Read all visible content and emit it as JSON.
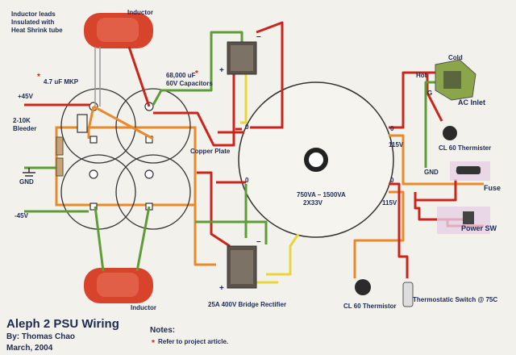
{
  "labels": {
    "inductor_top": "Inductor",
    "inductor_leads": "Inductor leads",
    "insulated_with": "Insulated with",
    "heat_shrink": "Heat Shrink tube",
    "mkp": "4.7 uF MKP",
    "capacitors_1": "68,000 uF",
    "capacitors_2": "60V Capacitors",
    "plus45": "+45V",
    "bleeder_1": "2-10K",
    "bleeder_2": "Bleeder",
    "gnd_left": "GND",
    "minus45": "-45V",
    "copper_plate": "Copper Plate",
    "inductor_bottom": "Inductor",
    "rectifier": "25A 400V Bridge Rectifier",
    "transformer_1": "750VA – 1500VA",
    "transformer_2": "2X33V",
    "zero_top": "0",
    "zero_bottom": "0",
    "v115_top": "115V",
    "v115_bottom": "115V",
    "zero_r1": "0",
    "zero_r2": "0",
    "cold": "Cold",
    "hot": "Hot",
    "g": "G",
    "ac_inlet": "AC Inlet",
    "cl60_right": "CL 60 Thermister",
    "gnd_right": "GND",
    "fuse": "Fuse",
    "power_sw": "Power SW",
    "cl60_bottom": "CL 60 Thermistor",
    "thermostatic": "Thermostatic Switch @ 75C",
    "notes_title": "Notes:",
    "notes_item": "Refer to project article.",
    "note_bullet": "*",
    "plus": "+",
    "minus": "–"
  },
  "title": {
    "main": "Aleph 2 PSU Wiring",
    "by": "By: Thomas Chao",
    "date": "March, 2004"
  },
  "colors": {
    "background": "#f3f1ec",
    "orange": "#e8892b",
    "red": "#c8261c",
    "green": "#5d9c36",
    "yellow": "#e9d63c",
    "label": "#1d2a52",
    "inductor": "#d8432c"
  }
}
